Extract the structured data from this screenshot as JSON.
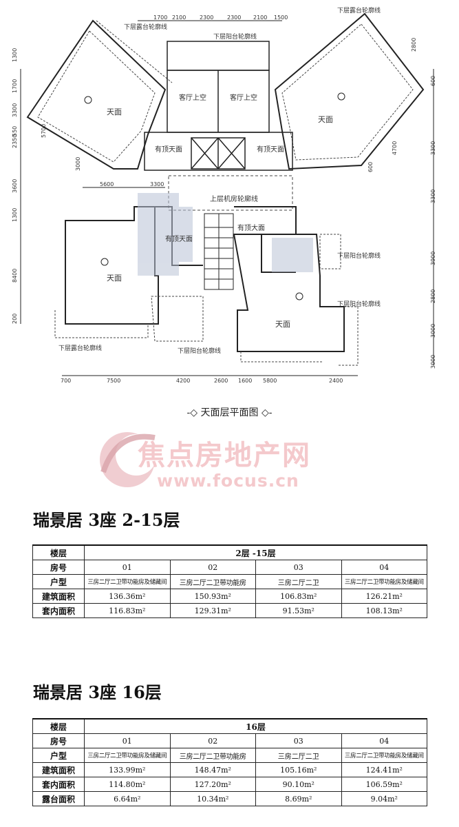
{
  "plan": {
    "labels": {
      "tian_left": "天面",
      "tian_right": "天面",
      "tian_lower_left": "天面",
      "tian_lower_right": "天面",
      "ketting_left": "客厅上空",
      "ketting_right": "客厅上空",
      "youding_left": "有顶天面",
      "youding_right": "有顶天面",
      "youding_mid": "有顶天面",
      "youding_da": "有顶大面",
      "jifang": "上层机房轮廓线",
      "lutai_top_left": "下层露台轮廓线",
      "lutai_top_right": "下层露台轮廓线",
      "yangtai_top": "下层阳台轮廓线",
      "yangtai_right1": "下层阳台轮廓线",
      "yangtai_right2": "下层阳台轮廓线",
      "lutai_bottom": "下层露台轮廓线",
      "yangtai_bottom": "下层阳台轮廓线"
    },
    "top_dims": [
      "1700",
      "2100",
      "2300",
      "2300",
      "2100",
      "1500"
    ],
    "bottom_dims": [
      "700",
      "7500",
      "4200",
      "2600",
      "1600",
      "5800",
      "2400"
    ],
    "mid_dims": [
      "5600",
      "3300"
    ],
    "left_dims": [
      "1700",
      "3300",
      "1300",
      "2350",
      "3600",
      "1300",
      "8400",
      "200",
      "5700",
      "3000",
      "550"
    ],
    "right_dims": [
      "600",
      "3300",
      "3300",
      "3900",
      "2800",
      "3000",
      "3000",
      "4700",
      "600",
      "2800"
    ],
    "caption": "-◇ 天面层平面图 ◇-"
  },
  "watermark": {
    "cn": "焦点房地产网",
    "url": "www.focus.cn"
  },
  "section1": {
    "title": "瑞景居 3座 2-15层",
    "rows": [
      {
        "label": "楼层",
        "cells": [
          "2层 -15层"
        ]
      },
      {
        "label": "房号",
        "cells": [
          "01",
          "02",
          "03",
          "04"
        ]
      },
      {
        "label": "户型",
        "cells": [
          "三房二厅二卫带功能房及储藏间",
          "三房二厅二卫带功能房",
          "三房二厅二卫",
          "三房二厅二卫带功能房及储藏间"
        ]
      },
      {
        "label": "建筑面积",
        "cells": [
          "136.36m²",
          "150.93m²",
          "106.83m²",
          "126.21m²"
        ]
      },
      {
        "label": "套内面积",
        "cells": [
          "116.83m²",
          "129.31m²",
          "91.53m²",
          "108.13m²"
        ]
      }
    ]
  },
  "section2": {
    "title": "瑞景居 3座 16层",
    "rows": [
      {
        "label": "楼层",
        "cells": [
          "16层"
        ]
      },
      {
        "label": "房号",
        "cells": [
          "01",
          "02",
          "03",
          "04"
        ]
      },
      {
        "label": "户型",
        "cells": [
          "三房二厅二卫带功能房及储藏间",
          "三房二厅二卫带功能房",
          "三房二厅二卫",
          "三房二厅二卫带功能房及储藏间"
        ]
      },
      {
        "label": "建筑面积",
        "cells": [
          "133.99m²",
          "148.47m²",
          "105.16m²",
          "124.41m²"
        ]
      },
      {
        "label": "套内面积",
        "cells": [
          "114.80m²",
          "127.20m²",
          "90.10m²",
          "106.59m²"
        ]
      },
      {
        "label": "露台面积",
        "cells": [
          "6.64m²",
          "10.34m²",
          "8.69m²",
          "9.04m²"
        ]
      }
    ]
  }
}
